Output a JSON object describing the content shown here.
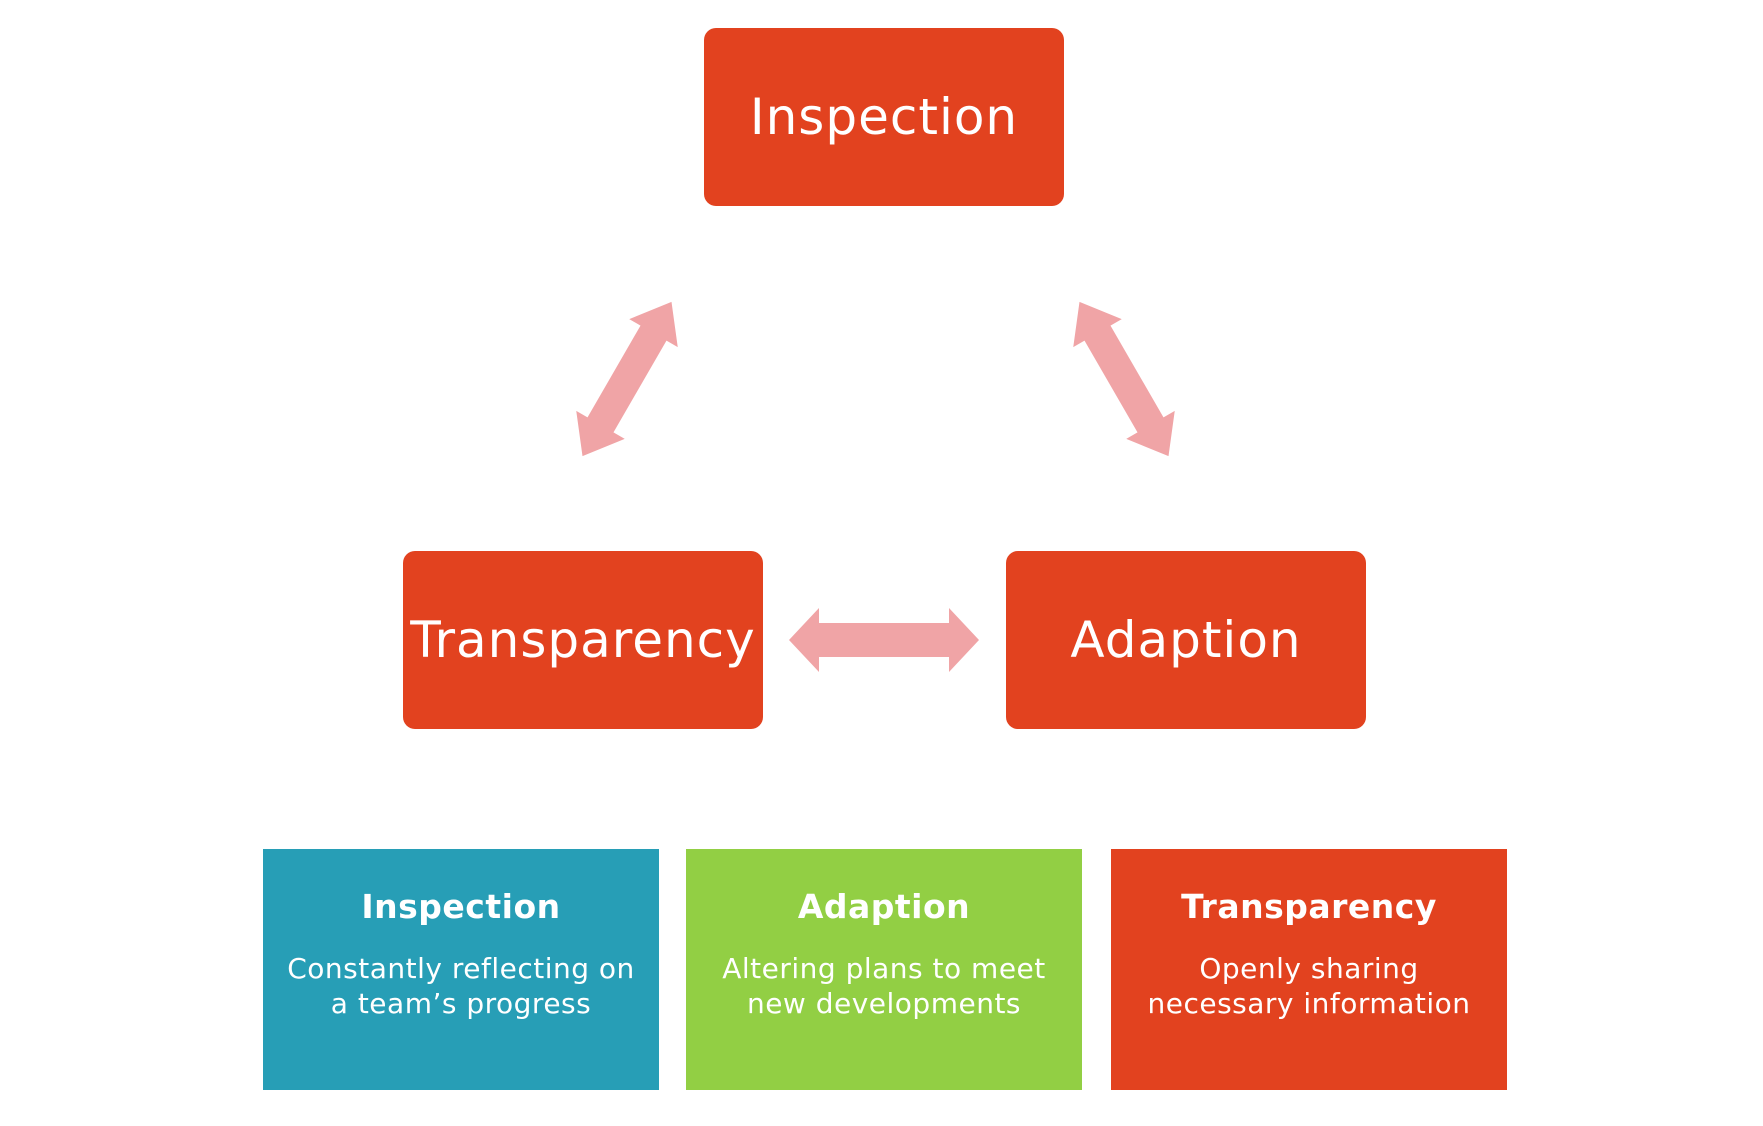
{
  "colors": {
    "node_fill": "#e2421f",
    "arrow_fill": "#f0a4a6",
    "card_inspection": "#279eb6",
    "card_adaption": "#92cf44",
    "card_transparency": "#e2421f"
  },
  "nodes": {
    "inspection": "Inspection",
    "transparency": "Transparency",
    "adaption": "Adaption"
  },
  "cards": [
    {
      "title": "Inspection",
      "description": "Constantly reflecting on a team’s progress"
    },
    {
      "title": "Adaption",
      "description": "Altering plans to meet new developments"
    },
    {
      "title": "Transparency",
      "description": "Openly sharing necessary information"
    }
  ],
  "arrows": [
    {
      "from": "transparency",
      "to": "inspection",
      "direction": "both"
    },
    {
      "from": "inspection",
      "to": "adaption",
      "direction": "both"
    },
    {
      "from": "transparency",
      "to": "adaption",
      "direction": "both"
    }
  ]
}
